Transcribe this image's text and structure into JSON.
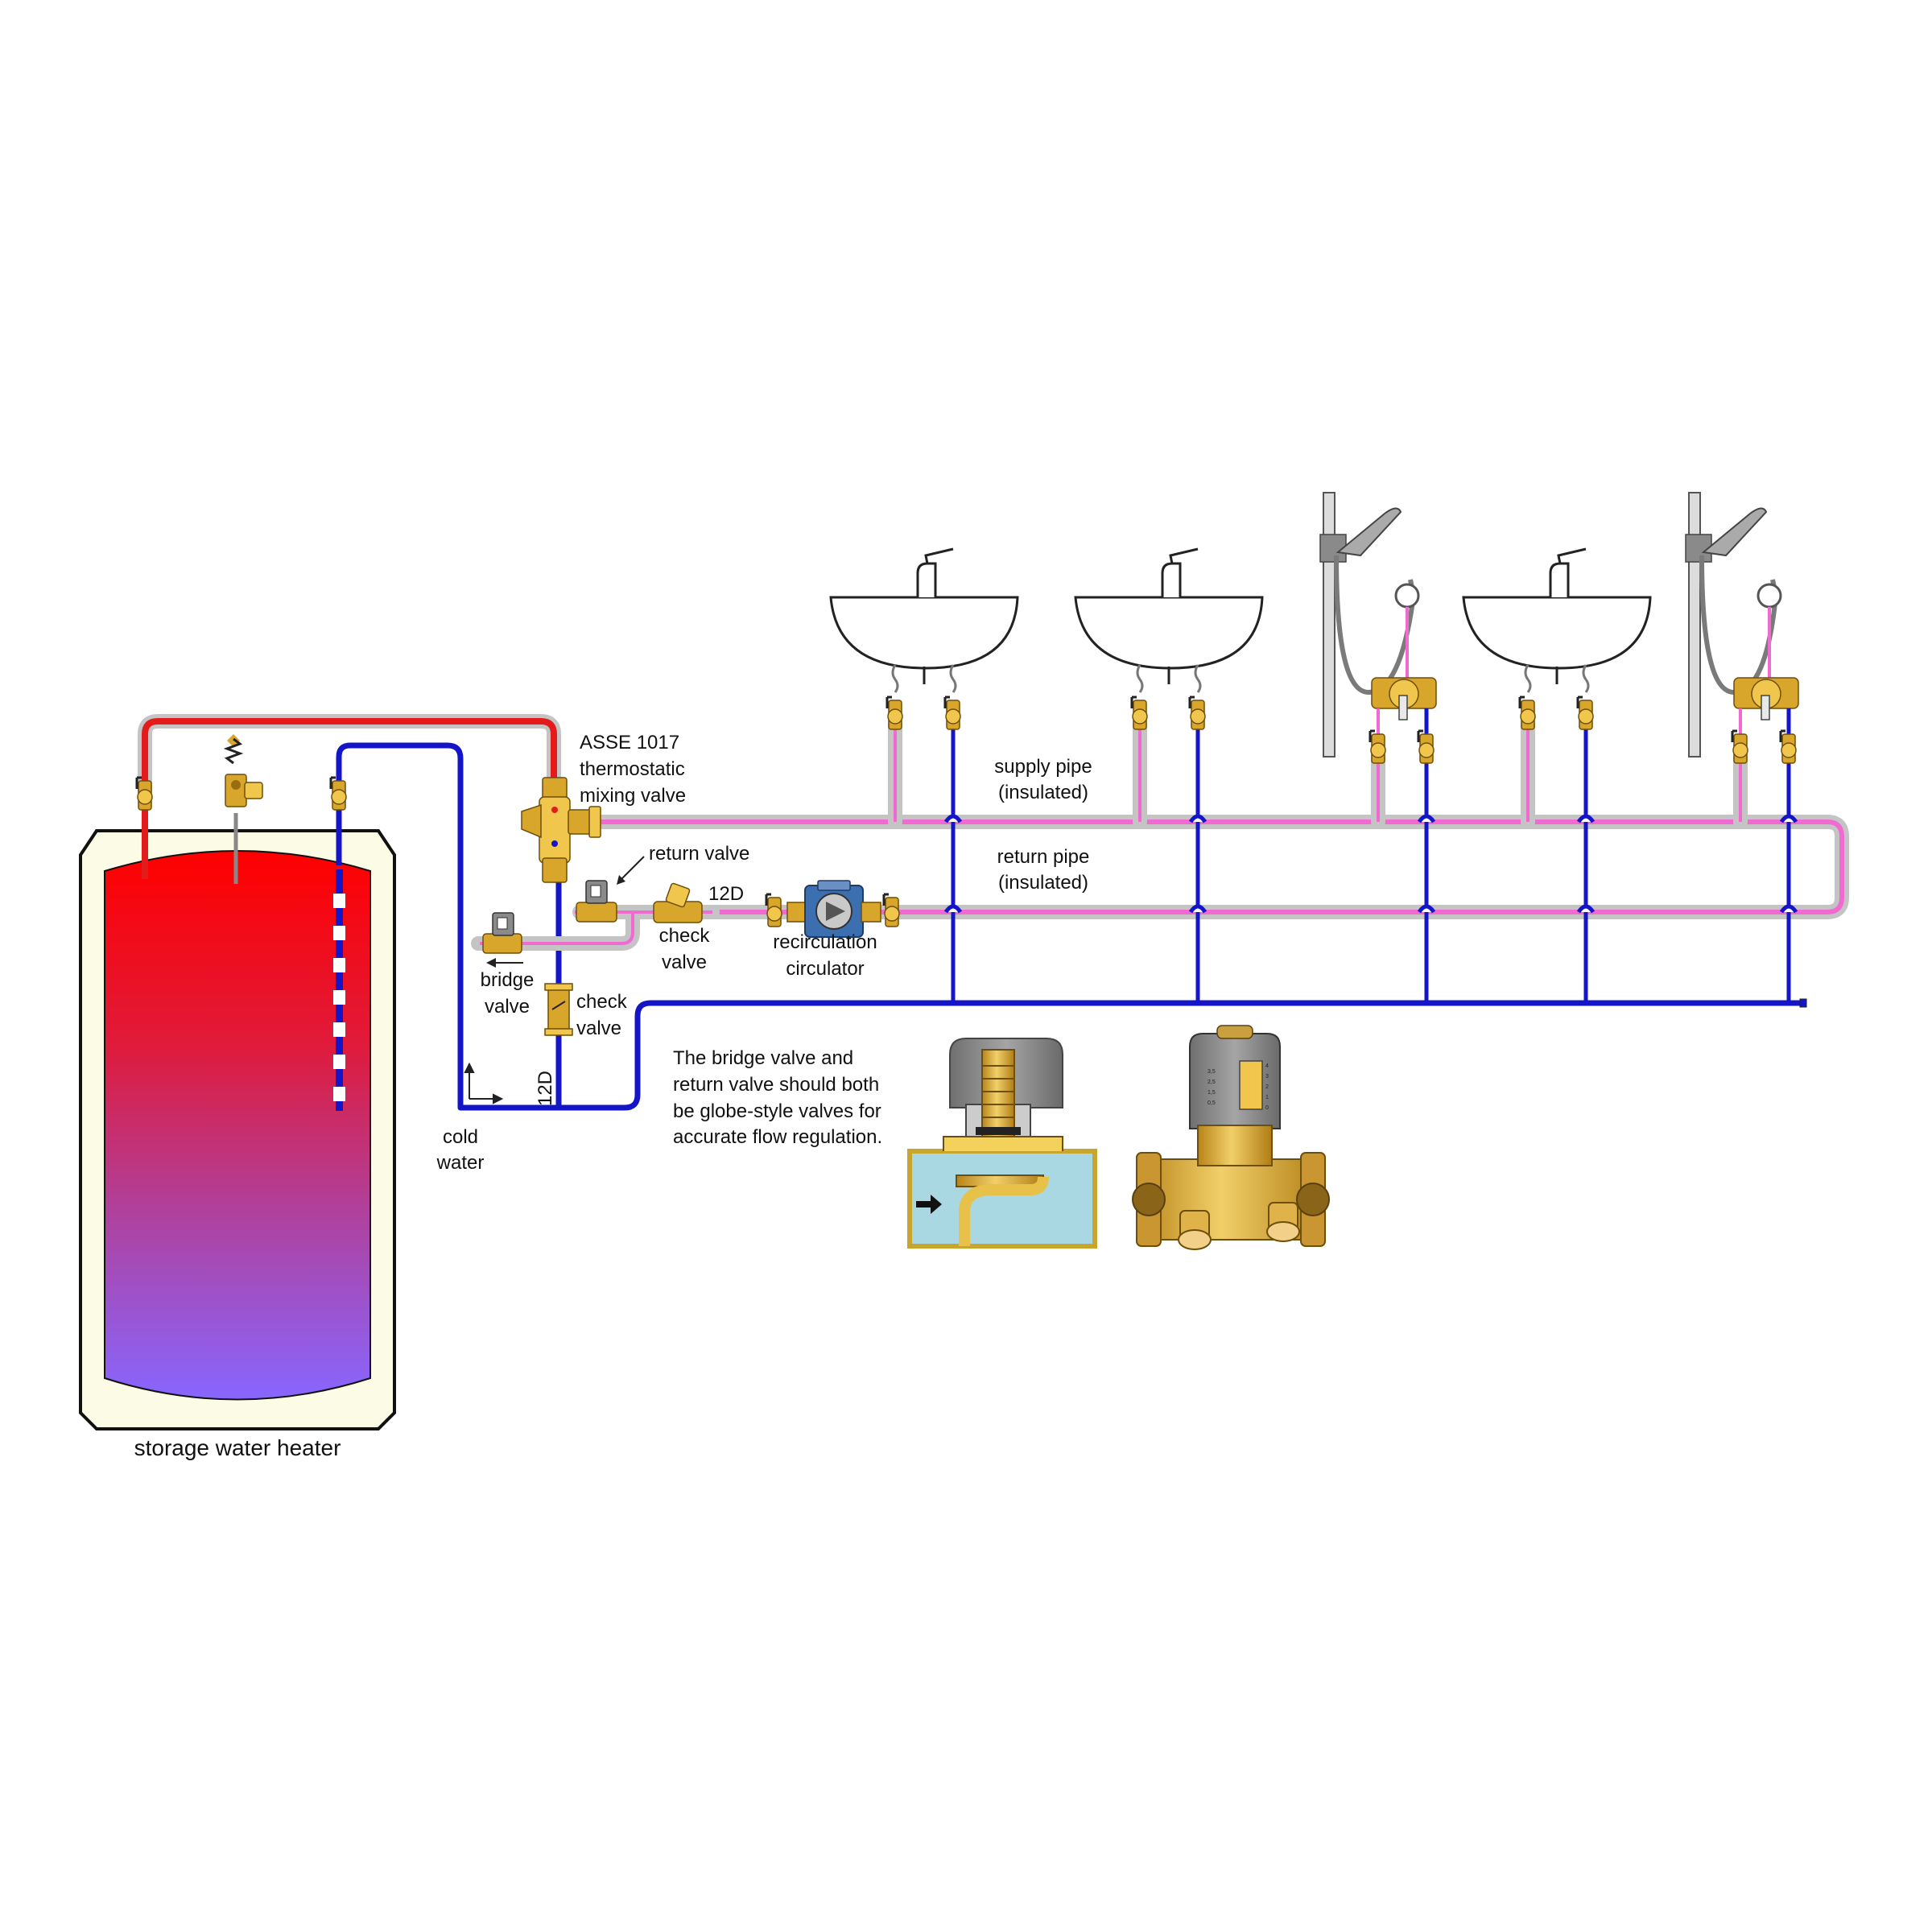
{
  "labels": {
    "storage_water_heater": "storage water heater",
    "mixing_valve_line1": "ASSE 1017",
    "mixing_valve_line2": "thermostatic",
    "mixing_valve_line3": "mixing valve",
    "supply_pipe_line1": "supply pipe",
    "supply_pipe_line2": "(insulated)",
    "return_pipe_line1": "return pipe",
    "return_pipe_line2": "(insulated)",
    "return_valve": "return valve",
    "check_valve_1_line1": "check",
    "check_valve_1_line2": "valve",
    "check_valve_2_line1": "check",
    "check_valve_2_line2": "valve",
    "twelve_d_horizontal": "12D",
    "twelve_d_vertical": "12D",
    "circulator_line1": "recirculation",
    "circulator_line2": "circulator",
    "bridge_valve_line1": "bridge",
    "bridge_valve_line2": "valve",
    "cold_water_line1": "cold",
    "cold_water_line2": "water"
  },
  "note": {
    "line1": "The bridge valve and",
    "line2": "return valve should both",
    "line3": "be globe-style valves for",
    "line4": "accurate flow regulation."
  },
  "globe_valve_scale": [
    "3,5",
    "2,5",
    "1,5",
    "0,5",
    "4",
    "3",
    "2",
    "1",
    "0"
  ],
  "colors": {
    "hot": "#e41b1b",
    "cold": "#1515c8",
    "mixed": "#f06ad2",
    "insulation": "#c4c4c4",
    "brass": "#d9a62c",
    "tank_top": "#ff0000",
    "tank_bottom": "#8866ff",
    "tank_jacket": "#fbfbe6"
  },
  "fixtures": [
    "lavatory",
    "lavatory",
    "shower",
    "lavatory",
    "shower"
  ]
}
